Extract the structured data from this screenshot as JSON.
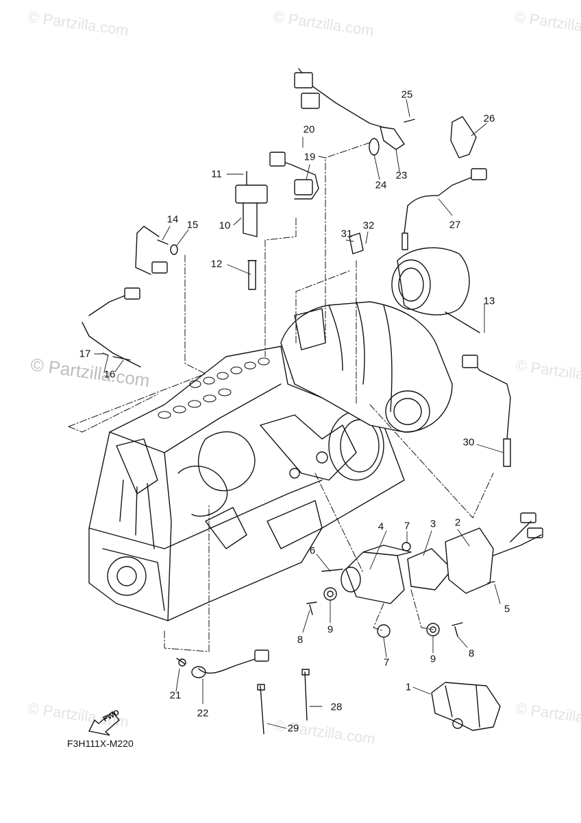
{
  "watermark": {
    "text": "© Partzilla.com"
  },
  "diagram_code": "F3H111X-M220",
  "fwd_label": "FWD",
  "callouts": [
    {
      "id": "c1",
      "text": "1"
    },
    {
      "id": "c2",
      "text": "2"
    },
    {
      "id": "c3",
      "text": "3"
    },
    {
      "id": "c4",
      "text": "4"
    },
    {
      "id": "c5",
      "text": "5"
    },
    {
      "id": "c6",
      "text": "6"
    },
    {
      "id": "c7a",
      "text": "7"
    },
    {
      "id": "c7b",
      "text": "7"
    },
    {
      "id": "c8a",
      "text": "8"
    },
    {
      "id": "c8b",
      "text": "8"
    },
    {
      "id": "c9a",
      "text": "9"
    },
    {
      "id": "c9b",
      "text": "9"
    },
    {
      "id": "c10",
      "text": "10"
    },
    {
      "id": "c11",
      "text": "11"
    },
    {
      "id": "c12",
      "text": "12"
    },
    {
      "id": "c13",
      "text": "13"
    },
    {
      "id": "c14",
      "text": "14"
    },
    {
      "id": "c15",
      "text": "15"
    },
    {
      "id": "c16",
      "text": "16"
    },
    {
      "id": "c17",
      "text": "17"
    },
    {
      "id": "c19",
      "text": "19"
    },
    {
      "id": "c20",
      "text": "20"
    },
    {
      "id": "c21",
      "text": "21"
    },
    {
      "id": "c22",
      "text": "22"
    },
    {
      "id": "c23",
      "text": "23"
    },
    {
      "id": "c24",
      "text": "24"
    },
    {
      "id": "c25",
      "text": "25"
    },
    {
      "id": "c26",
      "text": "26"
    },
    {
      "id": "c27",
      "text": "27"
    },
    {
      "id": "c28",
      "text": "28"
    },
    {
      "id": "c29",
      "text": "29"
    },
    {
      "id": "c30",
      "text": "30"
    },
    {
      "id": "c31",
      "text": "31"
    },
    {
      "id": "c32",
      "text": "32"
    }
  ]
}
